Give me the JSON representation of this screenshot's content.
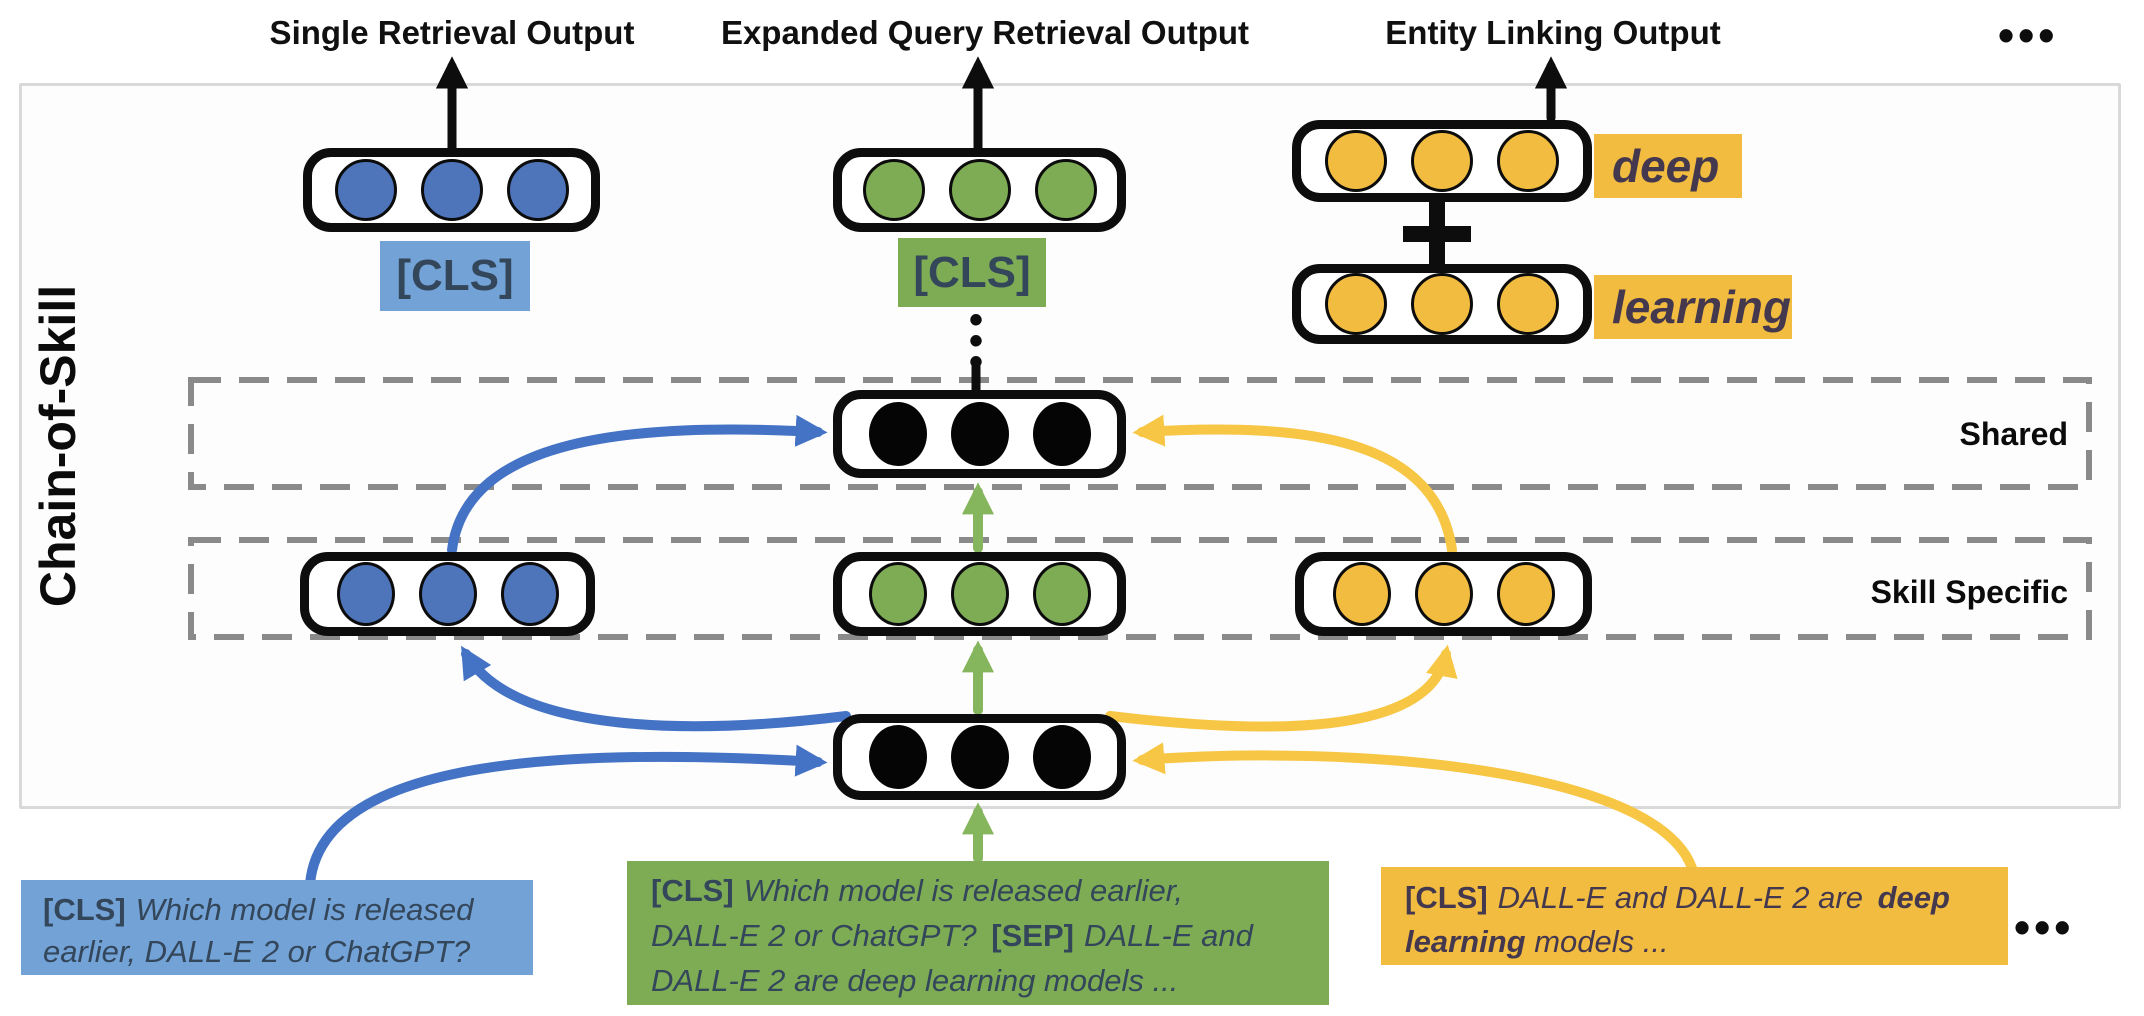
{
  "figure": {
    "titles": {
      "single": "Single Retrieval Output",
      "expanded": "Expanded Query Retrieval Output",
      "entity": "Entity Linking Output",
      "more": "•••"
    },
    "side_label": "Chain-of-Skill",
    "bands": {
      "shared": "Shared",
      "skill_specific": "Skill Specific"
    },
    "tokens": {
      "cls": "[CLS]",
      "sep": "[SEP]",
      "deep": "deep",
      "learning": "learning",
      "dot": "•",
      "more": "•••"
    },
    "inputs": {
      "single_retrieval": {
        "cls": "[CLS]",
        "line1": "Which model is released",
        "line2": "earlier, DALL-E 2 or ChatGPT?"
      },
      "expanded_query": {
        "cls": "[CLS]",
        "line1": "Which model is released earlier,",
        "line2a": "DALL-E 2 or ChatGPT?",
        "sep": "[SEP]",
        "line2b": "DALL-E and",
        "line3": "DALL-E 2 are deep learning models ..."
      },
      "entity_linking": {
        "cls": "[CLS]",
        "line1a": "DALL-E and DALL-E 2 are",
        "line1b": "deep",
        "line2a": "learning",
        "line2b": "models ..."
      }
    },
    "colors": {
      "blue": "#4472c4",
      "blue-fill": "#4e74ba",
      "blue-bg": "#72a2d6",
      "green": "#85b55c",
      "green-fill": "#7dac55",
      "yellow": "#f6c644",
      "yellow-fill": "#f2bc40",
      "ink": "#0d0d0d",
      "dash": "#8a8a8a",
      "panel-border": "#d9d9d9",
      "text-slate": "#33465a",
      "text-plum": "#44384e"
    }
  }
}
